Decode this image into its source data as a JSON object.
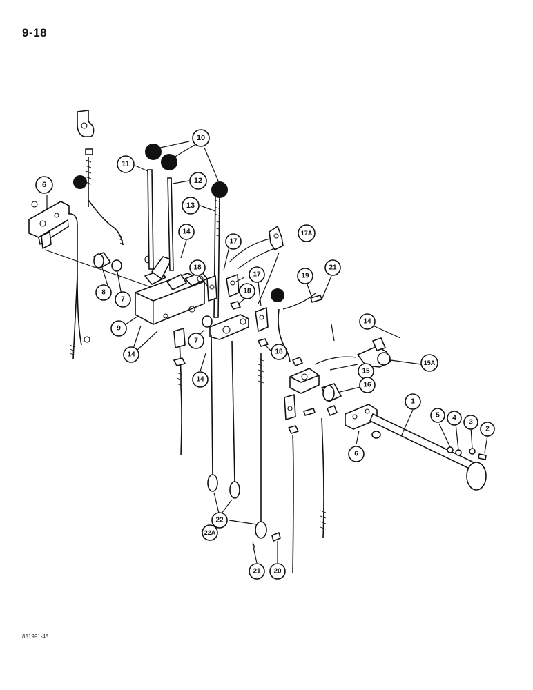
{
  "page": {
    "number": "9-18",
    "figure_id": "851991-45"
  },
  "callouts": {
    "c1": "1",
    "c2": "2",
    "c3": "3",
    "c4": "4",
    "c5": "5",
    "c6a": "6",
    "c6b": "6",
    "c7a": "7",
    "c7b": "7",
    "c8": "8",
    "c9": "9",
    "c10": "10",
    "c11": "11",
    "c12": "12",
    "c13": "13",
    "c14a": "14",
    "c14b": "14",
    "c14c": "14",
    "c14d": "14",
    "c15": "15",
    "c15a": "15A",
    "c16": "16",
    "c17a": "17",
    "c17b": "17",
    "c17c": "17A",
    "c18a": "18",
    "c18b": "18",
    "c18c": "18",
    "c19": "19",
    "c20": "20",
    "c21a": "21",
    "c21b": "21",
    "c22": "22",
    "c22a": "22A"
  }
}
